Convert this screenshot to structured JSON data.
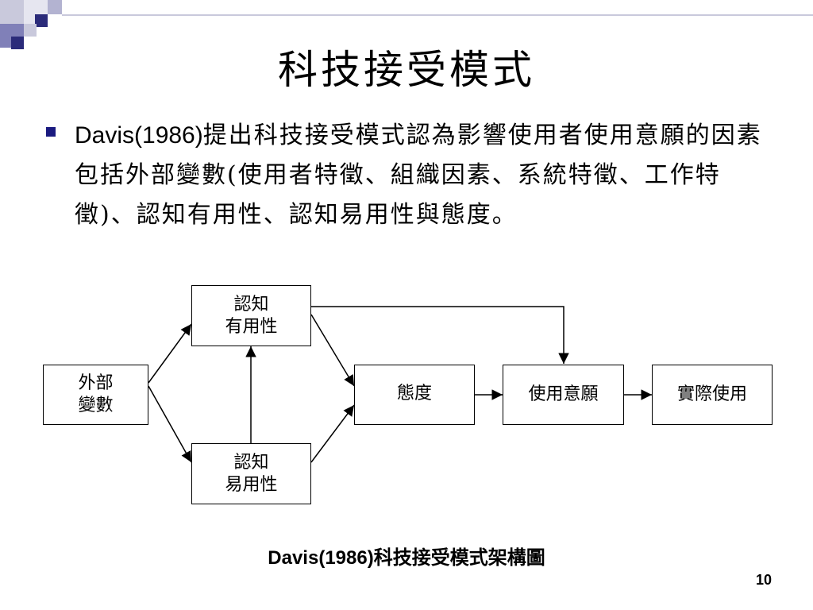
{
  "slide": {
    "title": "科技接受模式",
    "bullet": {
      "lead": "Davis(1986)",
      "text": "提出科技接受模式認為影響使用者使用意願的因素包括外部變數(使用者特徵、組織因素、系統特徵、工作特徵)、認知有用性、認知易用性與態度。"
    },
    "caption": {
      "lead": "Davis(1986)",
      "text": "科技接受模式架構圖"
    },
    "page_number": "10"
  },
  "diagram": {
    "nodes": {
      "external": [
        "外部",
        "變數"
      ],
      "usefulness": [
        "認知",
        "有用性"
      ],
      "ease": [
        "認知",
        "易用性"
      ],
      "attitude": [
        "態度"
      ],
      "intention": [
        "使用意願"
      ],
      "actual_use": [
        "實際使用"
      ]
    }
  },
  "colors": {
    "bullet": "#1a1a80",
    "deco_dark": "#2b2b7a",
    "deco_mid": "#8080b8",
    "deco_light": "#c9c9dc"
  }
}
